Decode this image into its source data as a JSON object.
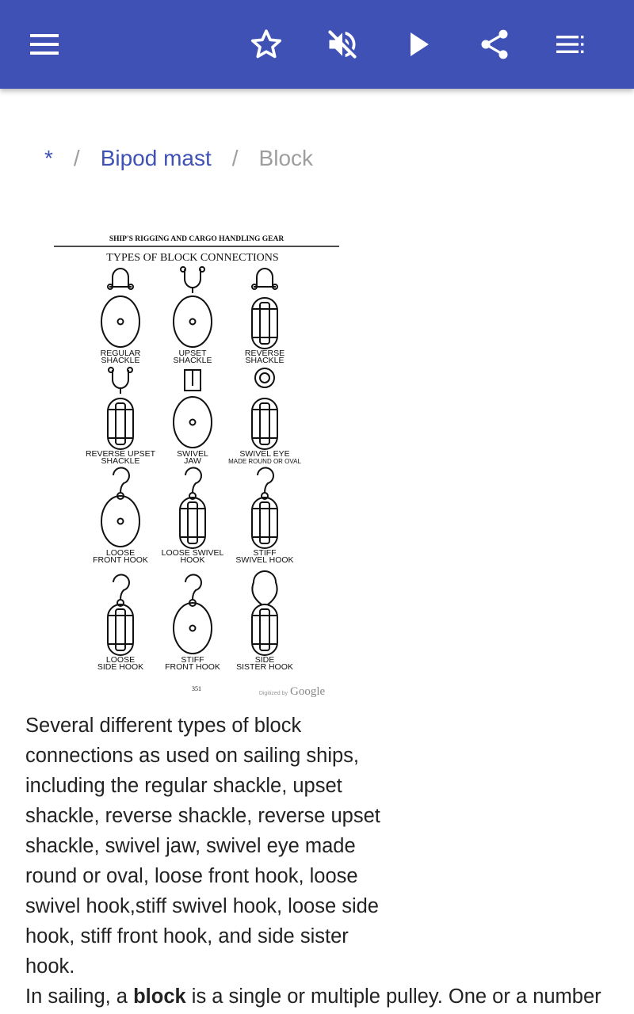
{
  "toolbar": {
    "menu_icon": "hamburger-menu-icon",
    "favorite_icon": "star-outline-icon",
    "mute_icon": "volume-off-icon",
    "play_icon": "play-icon",
    "share_icon": "share-icon",
    "contents_icon": "table-of-contents-icon",
    "color": "#3f51b5"
  },
  "breadcrumb": {
    "root": "*",
    "separator": "/",
    "parent": "Bipod mast",
    "current": "Block"
  },
  "figure": {
    "header": "SHIP'S RIGGING AND CARGO HANDLING GEAR",
    "title": "TYPES OF BLOCK CONNECTIONS",
    "labels": [
      [
        "REGULAR",
        "SHACKLE"
      ],
      [
        "UPSET",
        "SHACKLE"
      ],
      [
        "REVERSE",
        "SHACKLE"
      ],
      [
        "REVERSE UPSET",
        "SHACKLE"
      ],
      [
        "SWIVEL",
        "JAW"
      ],
      [
        "SWIVEL EYE",
        "MADE ROUND OR OVAL"
      ],
      [
        "LOOSE",
        "FRONT HOOK"
      ],
      [
        "LOOSE SWIVEL",
        "HOOK"
      ],
      [
        "STIFF",
        "SWIVEL HOOK"
      ],
      [
        "LOOSE",
        "SIDE HOOK"
      ],
      [
        "STIFF",
        "FRONT HOOK"
      ],
      [
        "SIDE",
        "SISTER HOOK"
      ]
    ],
    "page_number": "351",
    "digitized_prefix": "Digitized by",
    "digitized_brand": "Google"
  },
  "caption": "Several different types of block connections as used on sailing ships, including the regular shackle, upset shackle, reverse shackle, reverse upset shackle, swivel jaw, swivel eye made round or oval, loose front hook, loose swivel hook,stiff swivel hook, loose side hook, stiff front hook, and side sister hook.",
  "body": {
    "prefix": "In sailing, a ",
    "term": "block",
    "suffix": " is a single or multiple pulley. One or a number"
  }
}
